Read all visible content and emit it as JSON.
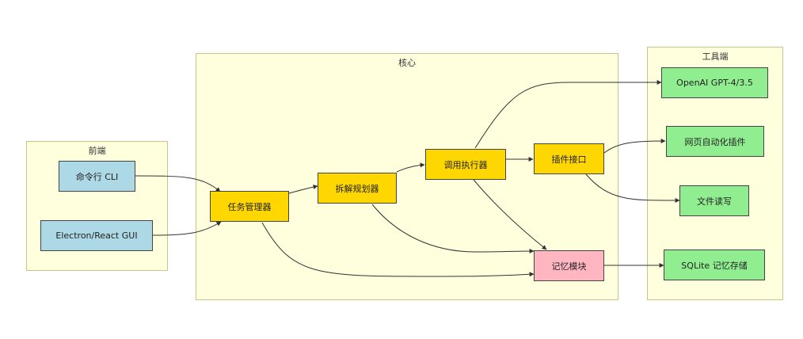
{
  "clusters": {
    "frontend": "前端",
    "core": "核心",
    "tools": "工具端"
  },
  "nodes": {
    "cli": "命令行 CLI",
    "gui": "Electron/React GUI",
    "task_manager": "任务管理器",
    "planner": "拆解规划器",
    "executor": "调用执行器",
    "plugin": "插件接口",
    "memory": "记忆模块",
    "openai": "OpenAI GPT-4/3.5",
    "web_plugin": "网页自动化插件",
    "file_rw": "文件读写",
    "sqlite": "SQLite 记忆存储"
  },
  "colors": {
    "cluster_fill": "#ffffde",
    "cluster_border": "#c6c68a",
    "frontend_node": "#add8e6",
    "core_node": "#ffd700",
    "memory_node": "#ffb6c1",
    "tool_node": "#90ee90",
    "edge": "#333333"
  }
}
